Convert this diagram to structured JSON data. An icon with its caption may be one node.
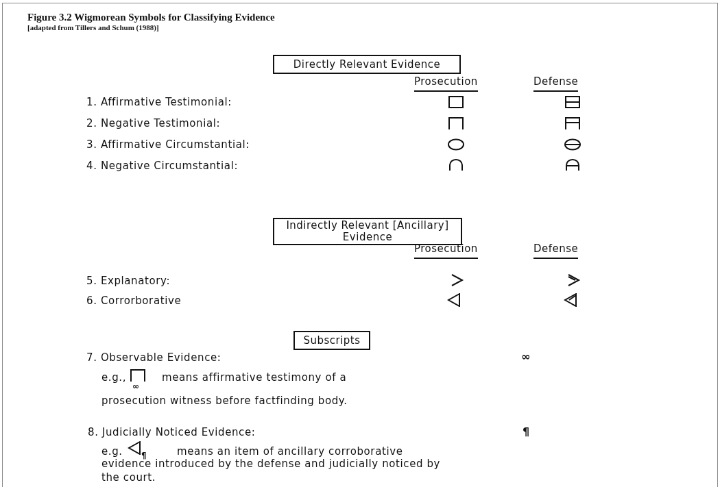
{
  "diagram": {
    "title": "Figure 3.2 Wigmorean Symbols for Classifying Evidence",
    "nodes": [
      {
        "text": [
          "Directly Relevant Evidence"
        ]
      },
      {
        "text": [
          "Indirectly Relevant [Ancillary] Evidence"
        ]
      },
      {
        "text": [
          "Subscripts"
        ]
      }
    ],
    "labels": [
      "[adapted from Tillers and Schum (1988)]",
      "Prosecution",
      "Defense",
      "1. Affirmative Testimonial:",
      "2. Negative Testimonial:",
      "3. Affirmative Circumstantial:",
      "4. Negative Circumstantial:",
      "Prosecution",
      "Defense",
      "5. Explanatory:",
      "6. Corrorborative",
      "7. Observable Evidence:",
      "∞",
      "e.g.,",
      "∞",
      "means affirmative testimony of a",
      "prosecution witness before factfinding body.",
      "8. Judicially Noticed Evidence:",
      "¶",
      "e.g.",
      "¶",
      "means an item of ancillary corroborative",
      "evidence introduced by the defense and judicially noticed by the court."
    ]
  }
}
